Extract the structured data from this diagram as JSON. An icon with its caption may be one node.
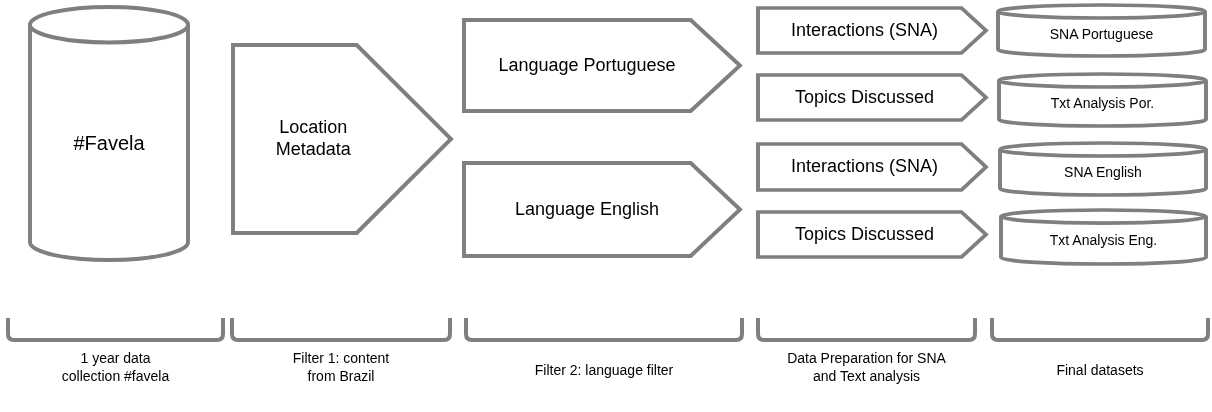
{
  "diagram": {
    "nodes": [
      {
        "text": [
          "#Favela"
        ]
      },
      {
        "text": [
          "Location Metadata"
        ]
      },
      {
        "text": [
          "Language Portuguese"
        ]
      },
      {
        "text": [
          "Language English"
        ]
      },
      {
        "text": [
          "Interactions (SNA)"
        ]
      },
      {
        "text": [
          "Topics Discussed"
        ]
      },
      {
        "text": [
          "Interactions (SNA)"
        ]
      },
      {
        "text": [
          "Topics Discussed"
        ]
      },
      {
        "text": [
          "SNA Portuguese"
        ]
      },
      {
        "text": [
          "Txt Analysis Por."
        ]
      },
      {
        "text": [
          "SNA English"
        ]
      },
      {
        "text": [
          "Txt Analysis Eng."
        ]
      }
    ],
    "labels": [
      "1 year data collection #favela",
      "Filter 1: content from Brazil",
      "Filter 2: language filter",
      "Data Preparation for SNA and Text analysis",
      "Final datasets"
    ]
  }
}
